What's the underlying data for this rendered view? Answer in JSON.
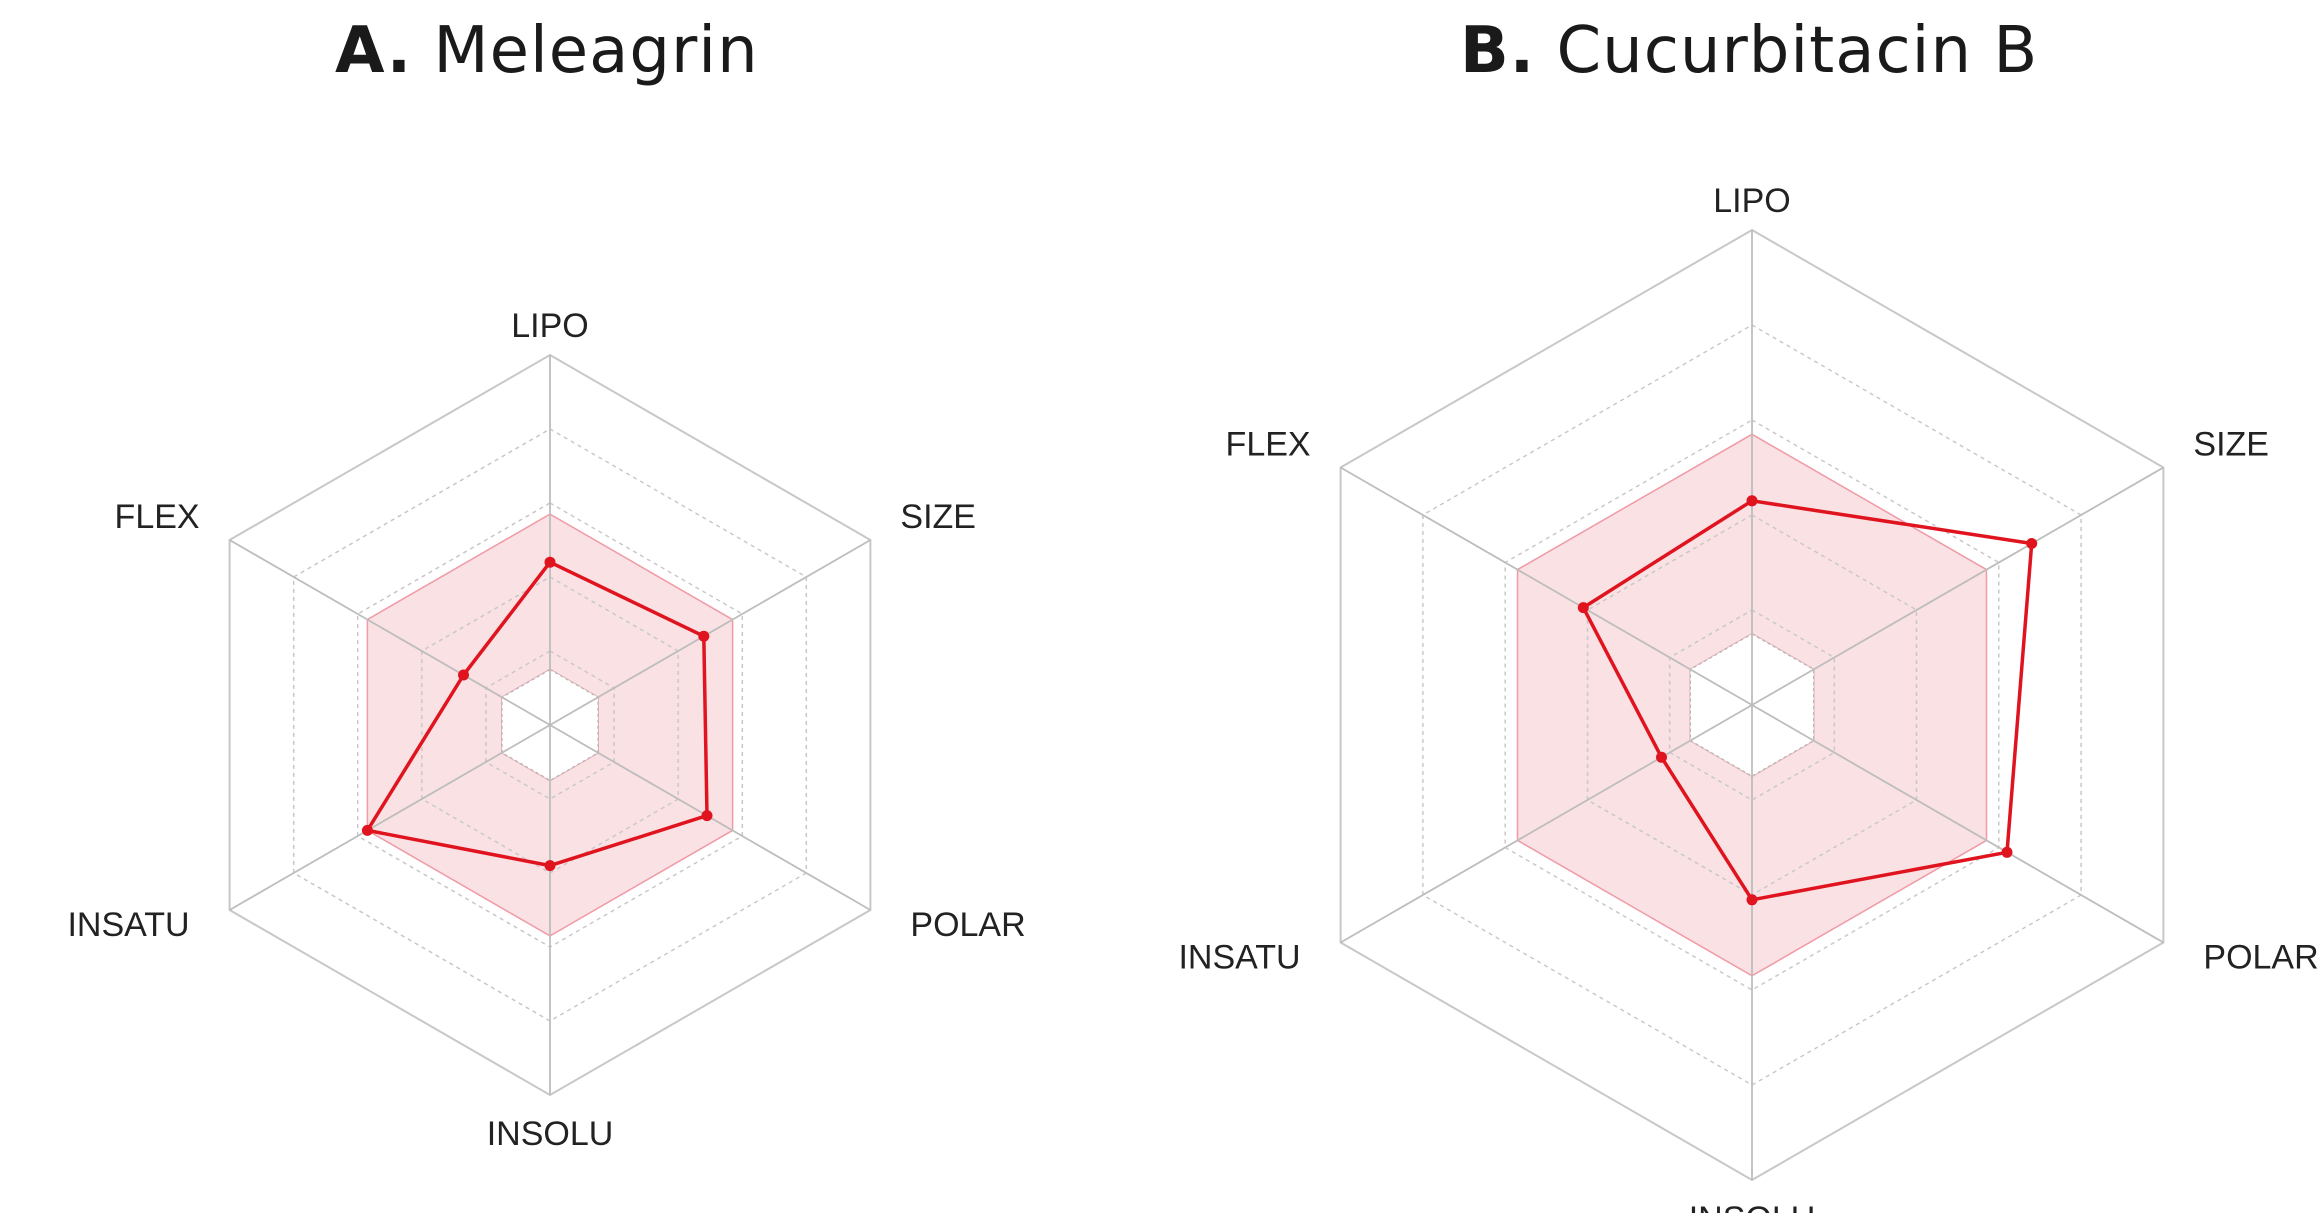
{
  "chart_data": [
    {
      "type": "radar",
      "panel_letter": "A.",
      "panel_name": "Meleagrin",
      "axes": [
        "LIPO",
        "SIZE",
        "POLAR",
        "INSOLU",
        "INSATU",
        "FLEX"
      ],
      "rings": 5,
      "rlim": [
        0,
        1
      ],
      "grid": true,
      "optimal_range": {
        "min": [
          0.15,
          0.15,
          0.15,
          0.15,
          0.15,
          0.15
        ],
        "max": [
          0.57,
          0.57,
          0.57,
          0.57,
          0.57,
          0.57
        ]
      },
      "series": [
        {
          "values": [
            0.44,
            0.48,
            0.49,
            0.38,
            0.57,
            0.27
          ]
        }
      ],
      "colors": {
        "line": "#e0141e",
        "fill": "#f7cdd2"
      }
    },
    {
      "type": "radar",
      "panel_letter": "B.",
      "panel_name": "Cucurbitacin B",
      "axes": [
        "LIPO",
        "SIZE",
        "POLAR",
        "INSOLU",
        "INSATU",
        "FLEX"
      ],
      "rings": 5,
      "rlim": [
        0,
        1
      ],
      "grid": true,
      "optimal_range": {
        "min": [
          0.15,
          0.15,
          0.15,
          0.15,
          0.15,
          0.15
        ],
        "max": [
          0.57,
          0.57,
          0.57,
          0.57,
          0.57,
          0.57
        ]
      },
      "series": [
        {
          "values": [
            0.43,
            0.68,
            0.62,
            0.41,
            0.22,
            0.41
          ]
        }
      ],
      "colors": {
        "line": "#e0141e",
        "fill": "#f7cdd2"
      }
    }
  ]
}
